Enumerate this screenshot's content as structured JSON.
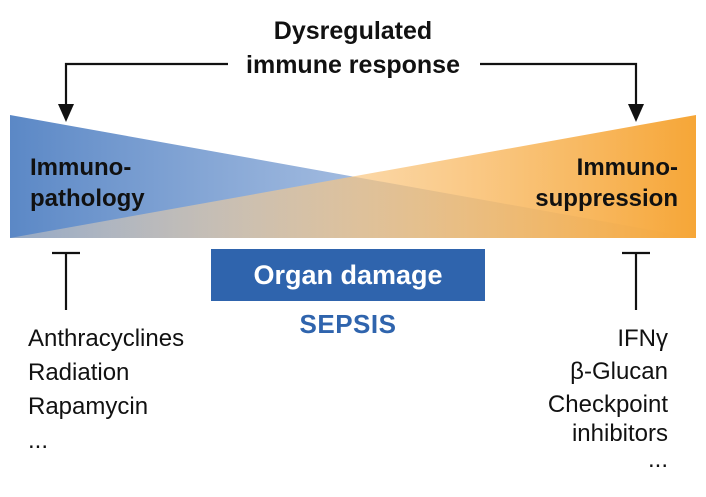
{
  "title_lines": [
    "Dysregulated",
    "immune response"
  ],
  "left_label_lines": [
    "Immuno-",
    "pathology"
  ],
  "right_label_lines": [
    "Immuno-",
    "suppression"
  ],
  "center_box": "Organ damage",
  "center_label": "SEPSIS",
  "left_list": [
    "Anthracyclines",
    "Radiation",
    "Rapamycin",
    "..."
  ],
  "right_list": [
    "IFNγ",
    "β-Glucan",
    "Checkpoint",
    "inhibitors",
    "..."
  ],
  "colors": {
    "blue": "#5b88c6",
    "orange": "#f6a637",
    "accent": "#2f64ad"
  }
}
